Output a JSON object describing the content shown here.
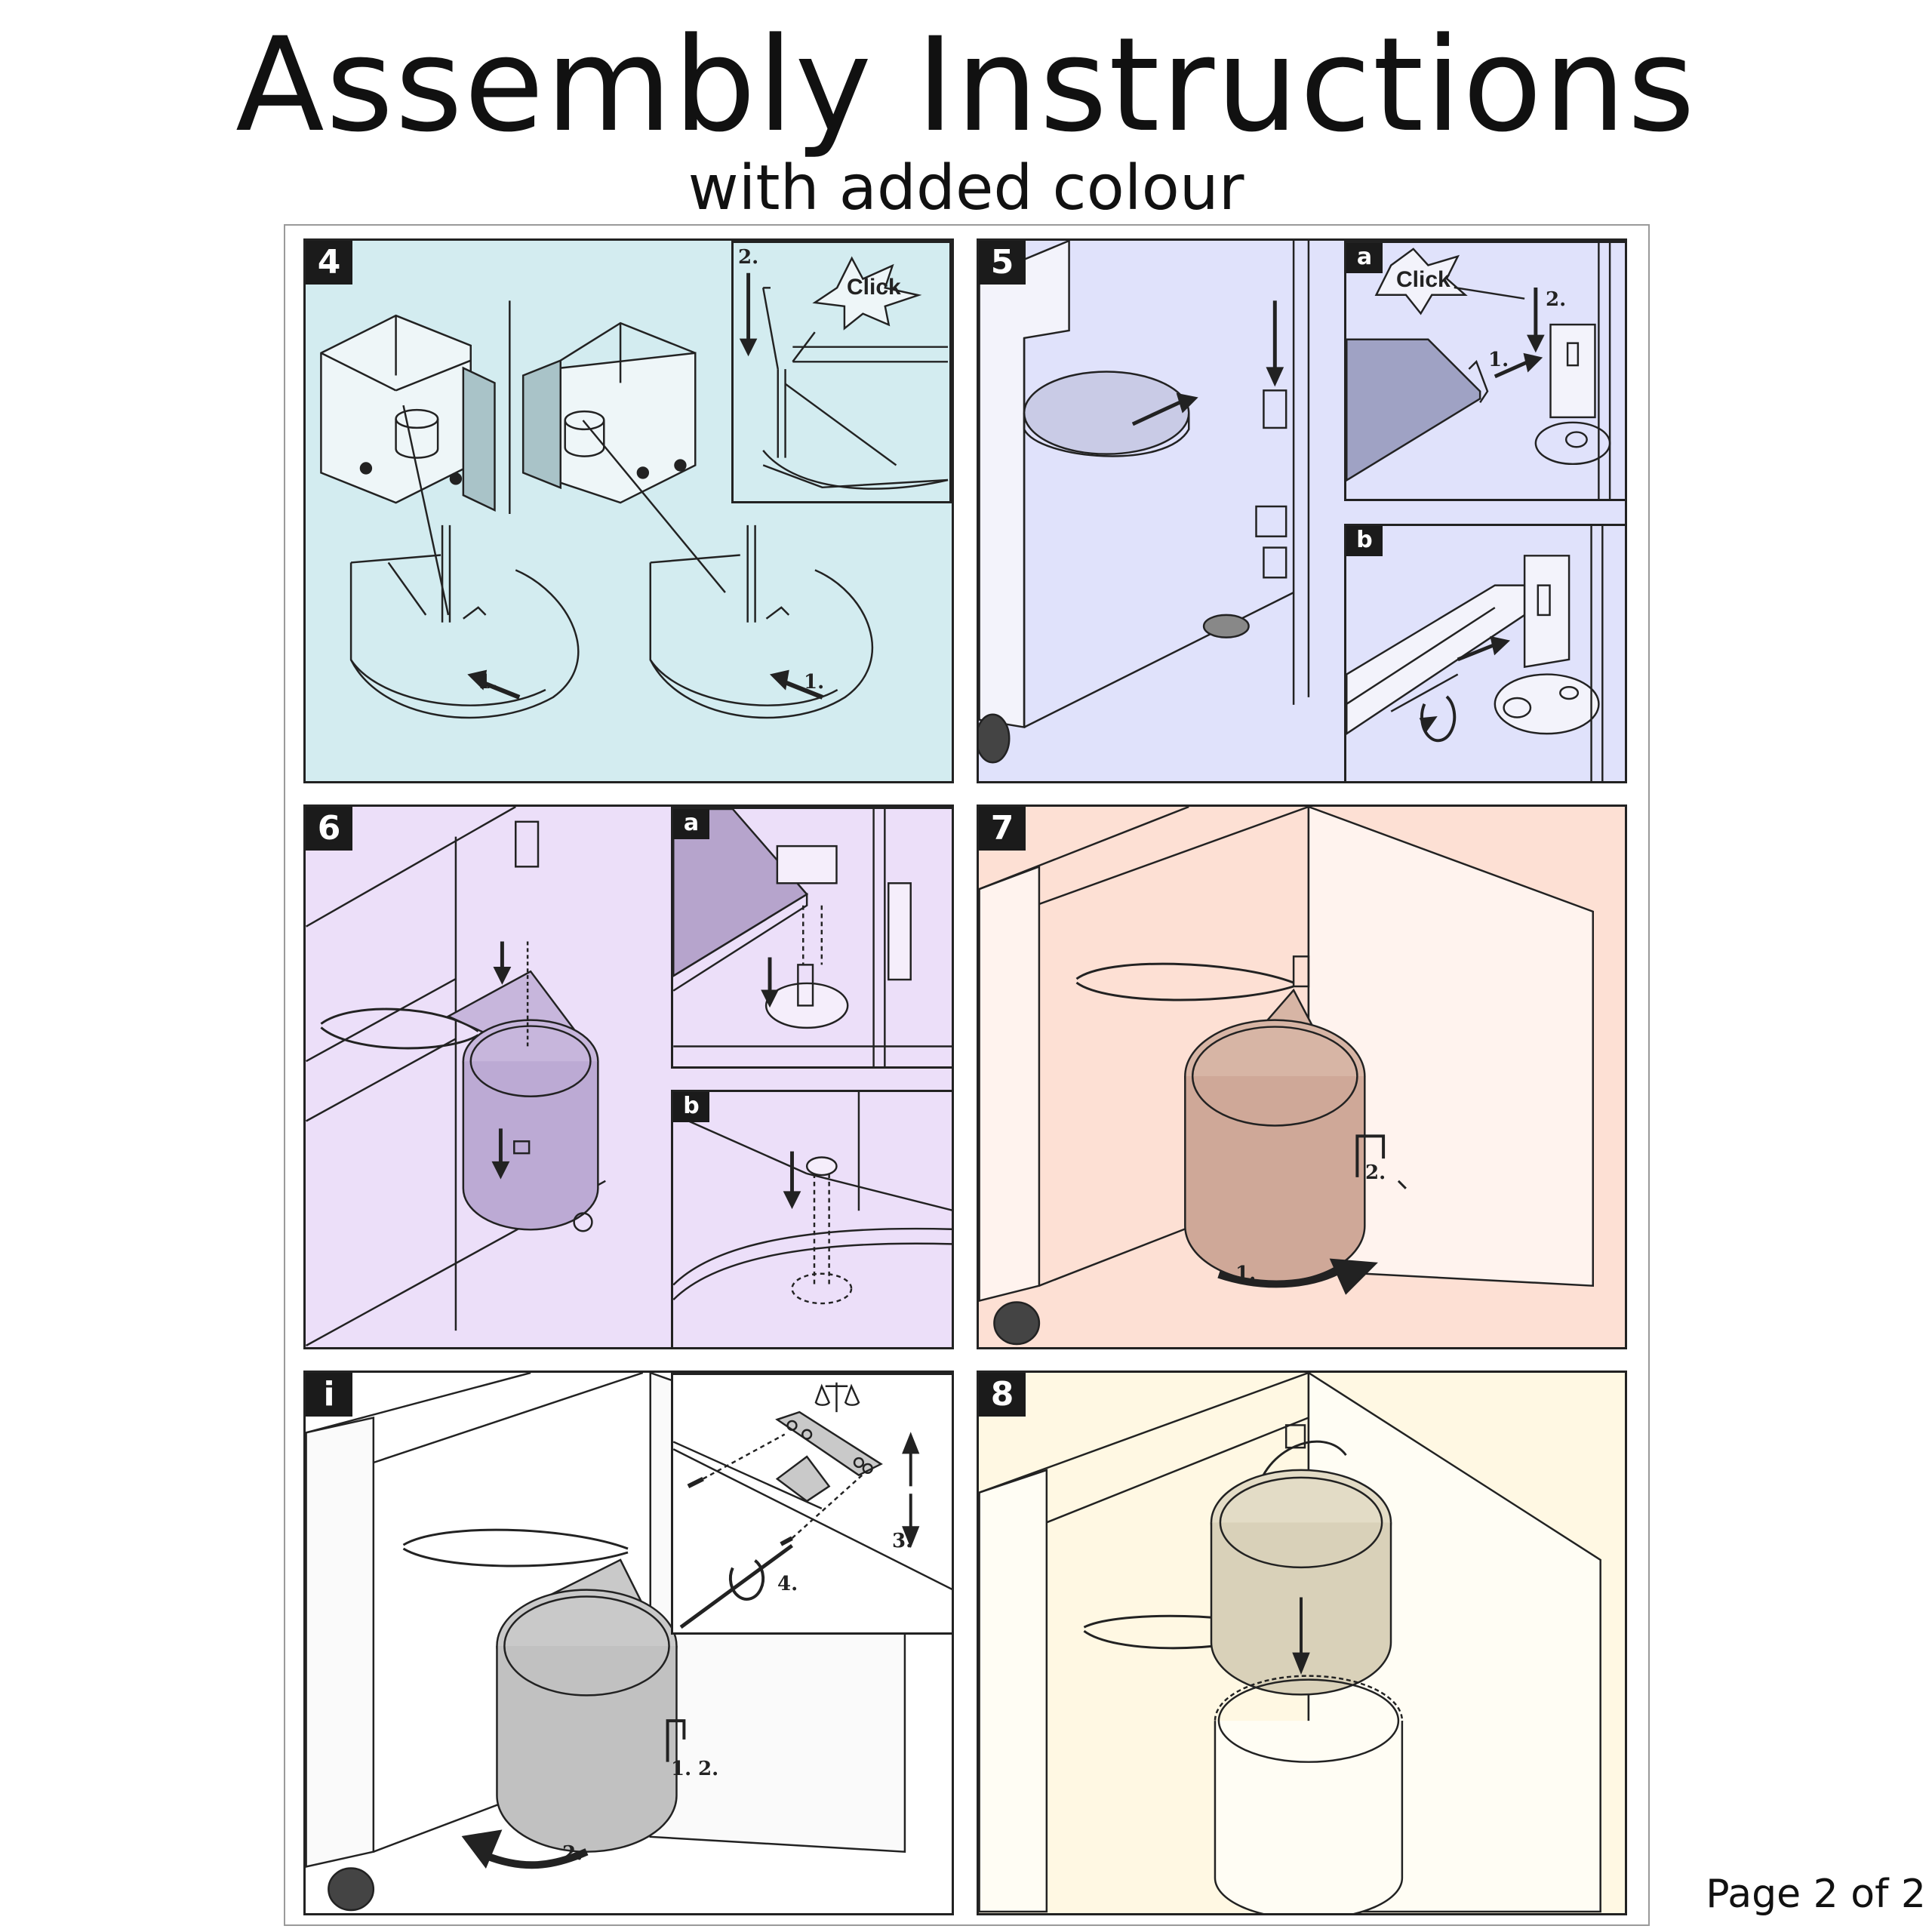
{
  "header": {
    "title": "Assembly Instructions",
    "subtitle": "with added colour"
  },
  "footer": {
    "page": "Page 2 of 2"
  },
  "colors": {
    "step4": "#d3ecf0",
    "step5": "#e0e2fb",
    "step6": "#ecdff9",
    "step7": "#fde0d4",
    "stepi": "#ffffff",
    "step8": "#fff8e3",
    "ink": "#222222"
  },
  "panels": [
    {
      "id": "step-4",
      "badge": "4",
      "labels": [
        "2.",
        "Click",
        "1.",
        "1."
      ]
    },
    {
      "id": "step-5",
      "badge": "5",
      "insets": [
        {
          "badge": "a",
          "labels": [
            "Click",
            "2.",
            "1."
          ]
        },
        {
          "badge": "b",
          "labels": []
        }
      ]
    },
    {
      "id": "step-6",
      "badge": "6",
      "insets": [
        {
          "badge": "a",
          "labels": []
        },
        {
          "badge": "b",
          "labels": []
        }
      ]
    },
    {
      "id": "step-7",
      "badge": "7",
      "labels": [
        "2.",
        "1."
      ]
    },
    {
      "id": "step-i",
      "badge": "i",
      "labels": [
        "1.",
        "2.",
        "2.",
        "3.",
        "4."
      ]
    },
    {
      "id": "step-8",
      "badge": "8",
      "labels": []
    }
  ]
}
